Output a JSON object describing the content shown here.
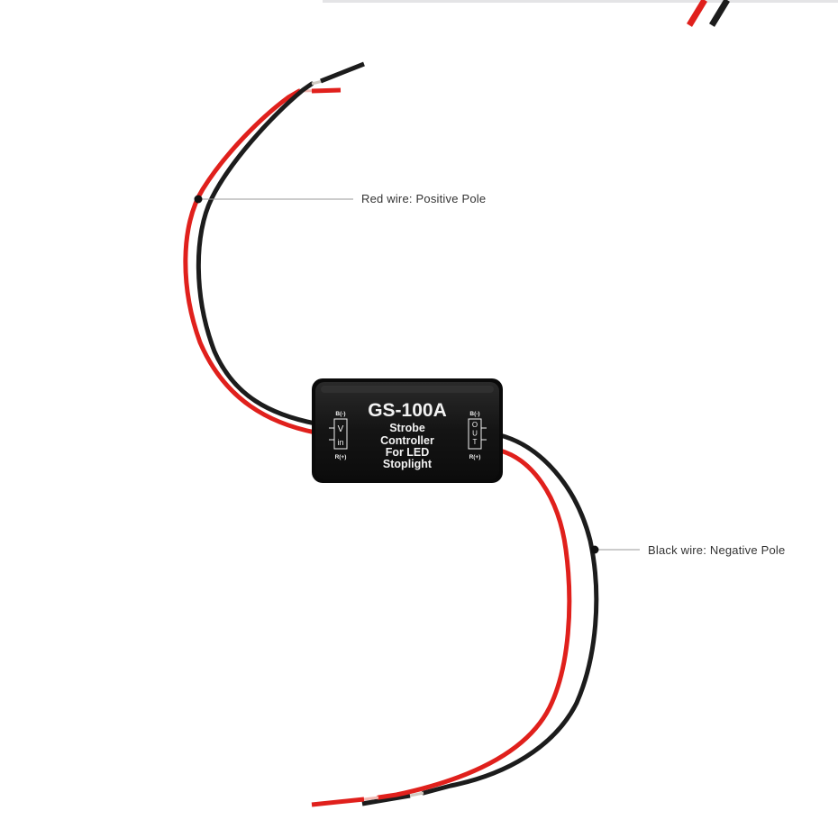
{
  "product": {
    "model": "GS-100A",
    "description_lines": [
      "Strobe",
      "Controller",
      "For LED",
      "Stoplight"
    ],
    "input_port": {
      "top": "B(-)",
      "label_v": "V",
      "label_in": "in",
      "bottom": "R(+)"
    },
    "output_port": {
      "top": "B(-)",
      "label": "OUT",
      "bottom": "R(+)"
    }
  },
  "callouts": {
    "red_wire": "Red wire: Positive Pole",
    "black_wire": "Black wire: Negative Pole"
  },
  "colors": {
    "red_wire": "#e0201c",
    "black_wire": "#1c1c1c",
    "module_body": "#141414",
    "module_text": "#f2f2f2",
    "leader_line": "#9a9a9a",
    "background": "#ffffff"
  }
}
